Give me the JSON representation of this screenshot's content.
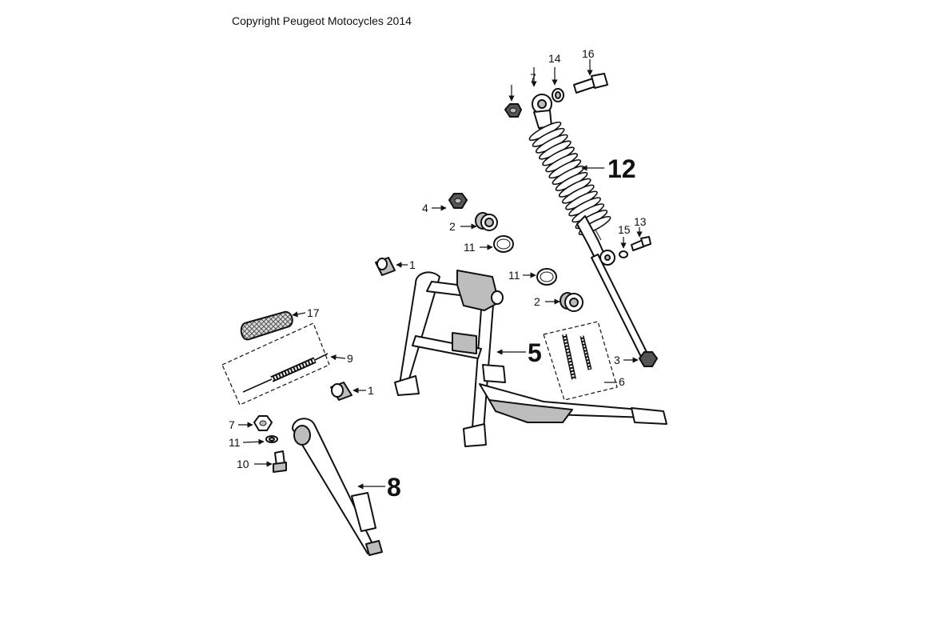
{
  "copyright": "Copyright Peugeot Motocycles 2014",
  "callouts": {
    "c1a": "1",
    "c1b": "1",
    "c2a": "2",
    "c2b": "2",
    "c3": "3",
    "c4": "4",
    "c5": "5",
    "c6": "6",
    "c7a": "7",
    "c7b": "7",
    "c8": "8",
    "c9": "9",
    "c10": "10",
    "c11a": "11",
    "c11b": "11",
    "c11c": "11",
    "c12": "12",
    "c13": "13",
    "c14": "14",
    "c15": "15",
    "c16": "16",
    "c17": "17"
  }
}
